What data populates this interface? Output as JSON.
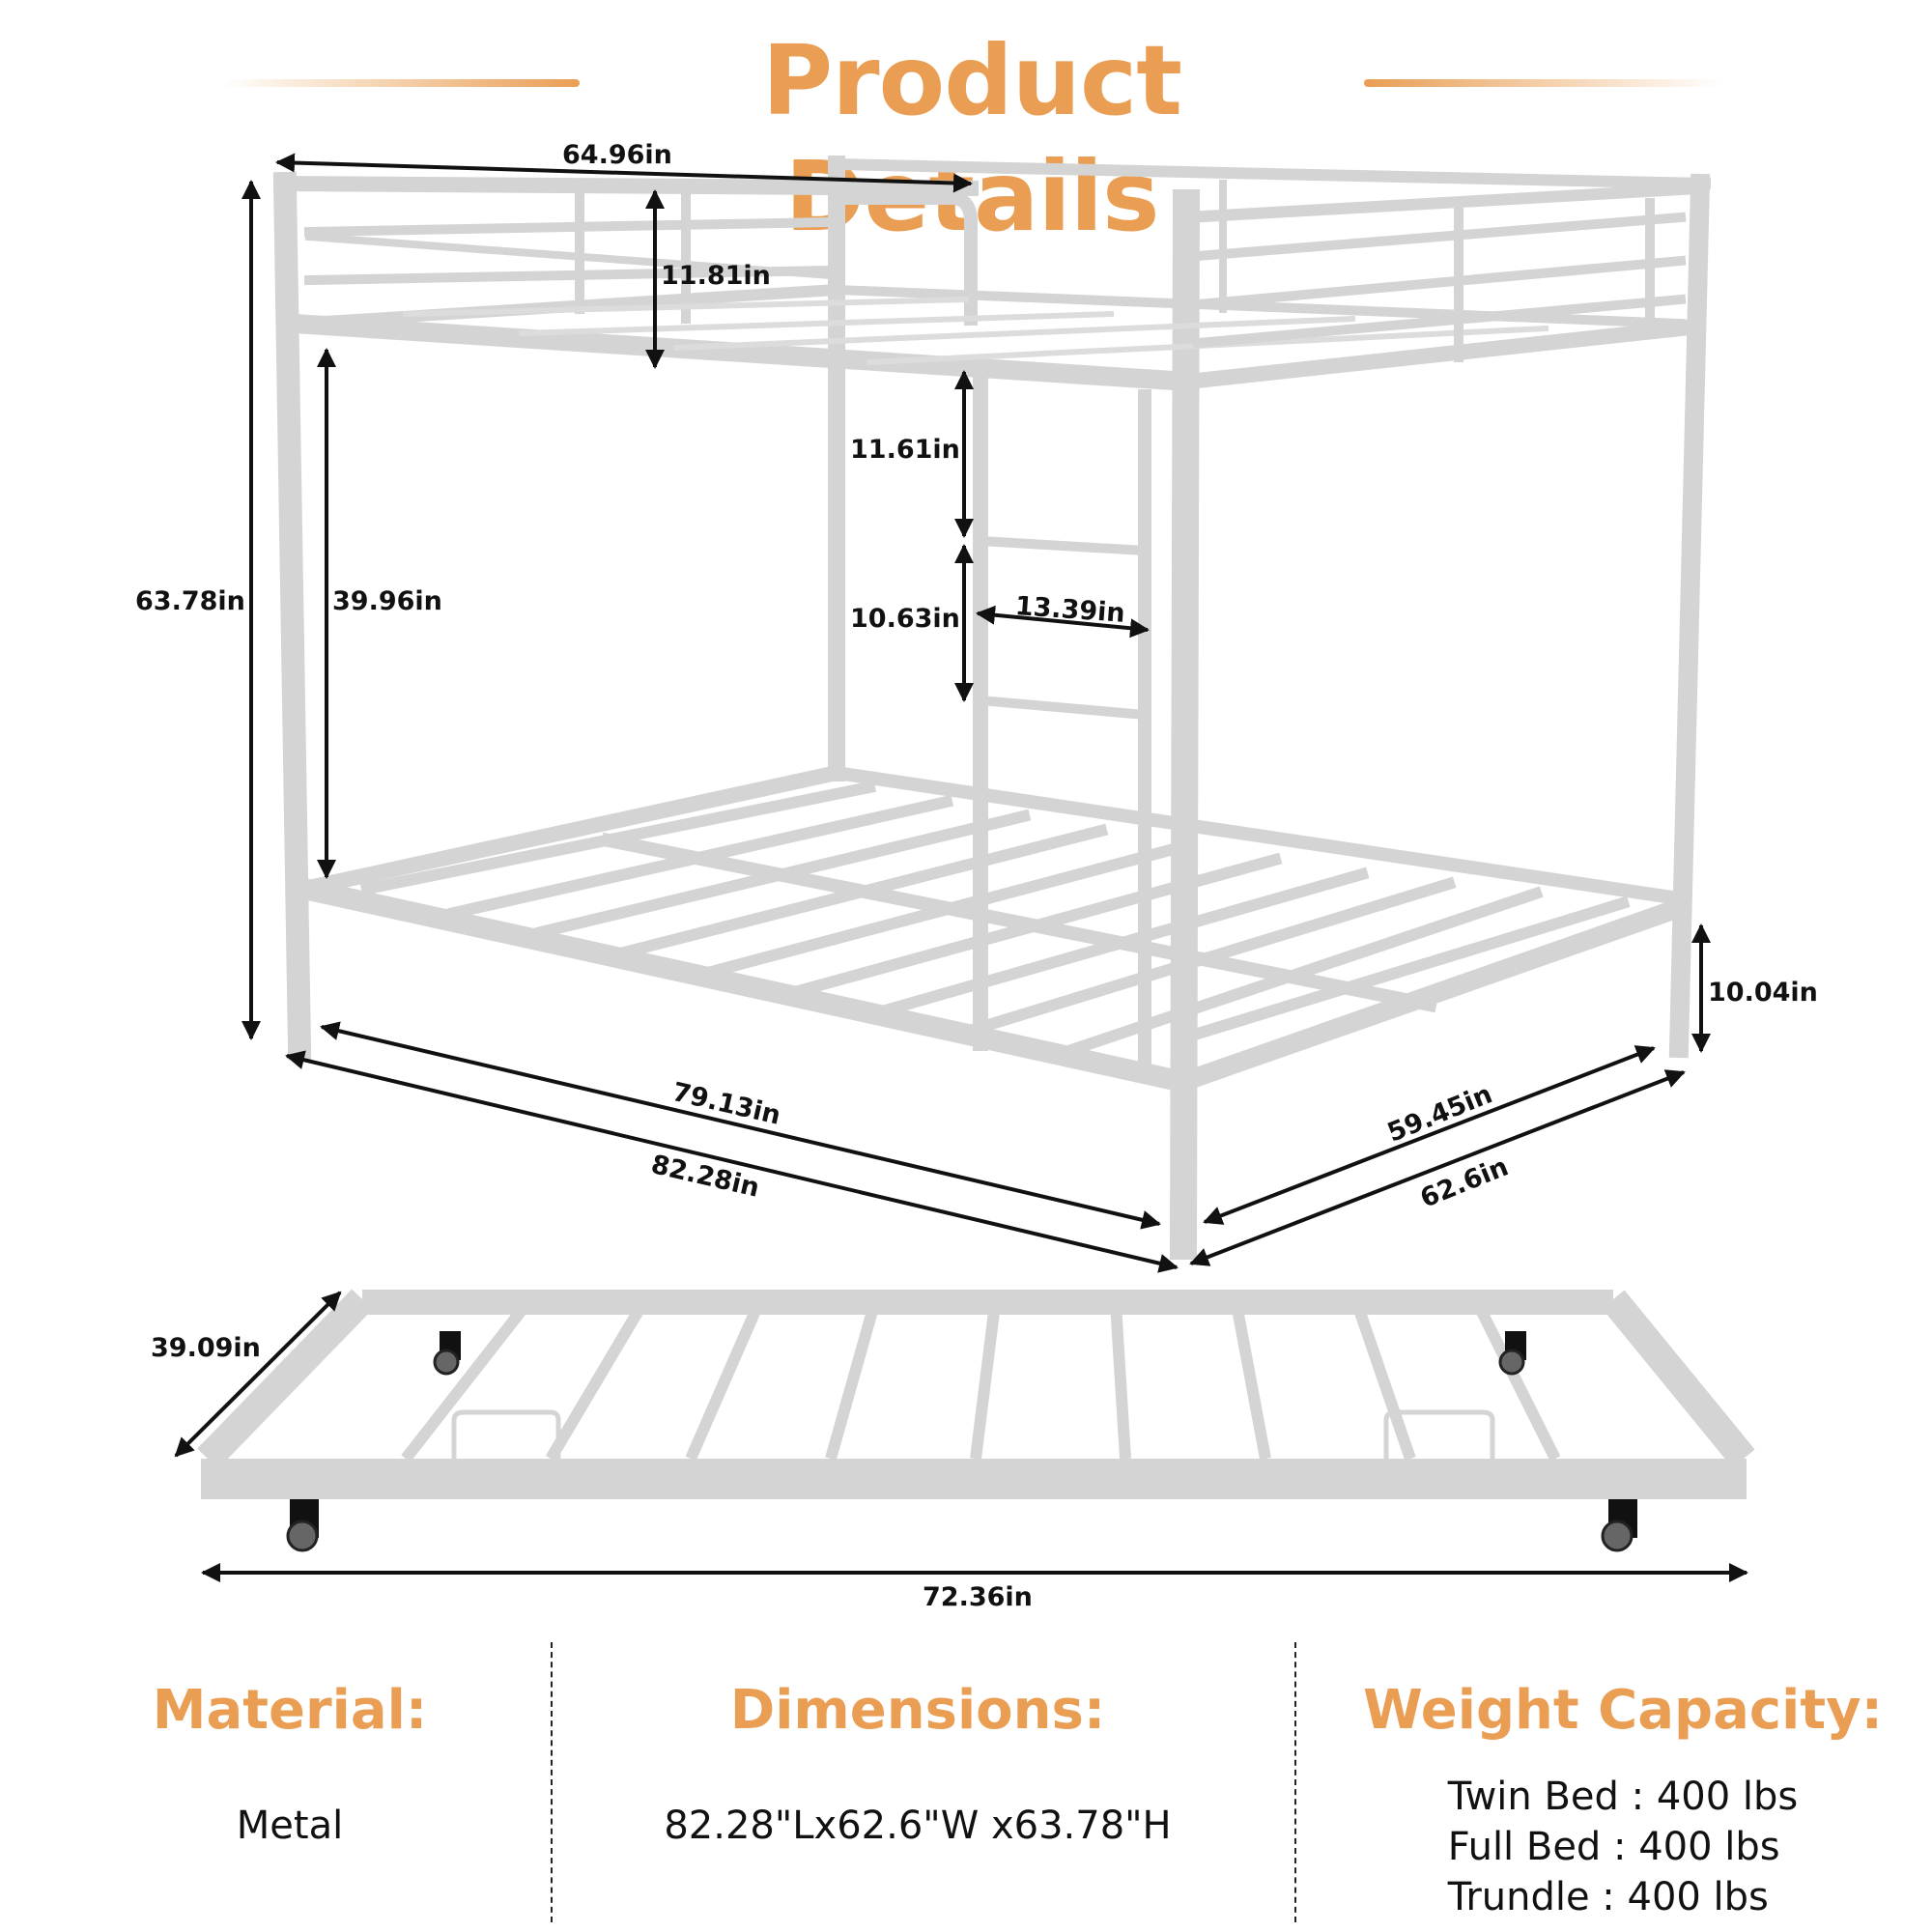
{
  "header": {
    "title": "Product Details",
    "accent_color": "#e99e54"
  },
  "diagram": {
    "bunk_bed": {
      "top_width": "64.96in",
      "guardrail_height": "11.81in",
      "total_height": "63.78in",
      "bottom_clearance": "39.96in",
      "ladder_top_gap": "11.61in",
      "ladder_step_spacing": "10.63in",
      "ladder_width": "13.39in",
      "bottom_rail_height": "10.04in",
      "inner_length": "79.13in",
      "outer_length": "82.28in",
      "inner_width": "59.45in",
      "outer_width": "62.6in"
    },
    "trundle": {
      "depth": "39.09in",
      "length": "72.36in"
    },
    "frame_color": "#d4d4d4",
    "arrow_color": "#111111"
  },
  "specs": {
    "material": {
      "label": "Material:",
      "value": "Metal"
    },
    "dimensions": {
      "label": "Dimensions:",
      "value": "82.28\"Lx62.6\"W x63.78\"H"
    },
    "weight_capacity": {
      "label": "Weight Capacity:",
      "items": [
        "Twin Bed : 400 lbs",
        "Full Bed : 400 lbs",
        "Trundle : 400 lbs"
      ]
    }
  }
}
